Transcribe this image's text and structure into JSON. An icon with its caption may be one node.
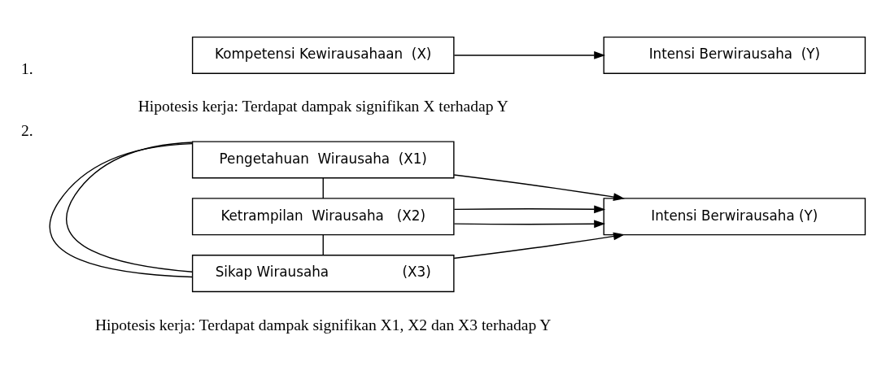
{
  "diagram": {
    "nodes": [
      {
        "text": [
          "Kompetensi Kewirausahaan  (X)"
        ]
      },
      {
        "text": [
          "Intensi Berwirausaha  (Y)"
        ]
      },
      {
        "text": [
          "Pengetahuan  Wirausaha  (X1)"
        ]
      },
      {
        "text": [
          "Ketrampilan  Wirausaha   (X2)"
        ]
      },
      {
        "text": [
          "Sikap Wirausaha                 (X3)"
        ]
      },
      {
        "text": [
          "Intensi Berwirausaha (Y)"
        ]
      }
    ],
    "edges": [
      {
        "from": 0,
        "to": 1,
        "arrow": "to"
      },
      {
        "from": 2,
        "to": 5,
        "arrow": "to"
      },
      {
        "from": 3,
        "to": 5,
        "arrow": "to"
      },
      {
        "from": 3,
        "to": 5,
        "arrow": "to"
      },
      {
        "from": 4,
        "to": 5,
        "arrow": "to"
      },
      {
        "from": 2,
        "to": 3,
        "arrow": "none"
      },
      {
        "from": 3,
        "to": 4,
        "arrow": "none"
      },
      {
        "from": 2,
        "to": 4,
        "arrow": "none"
      },
      {
        "from": 2,
        "to": 4,
        "arrow": "none"
      }
    ],
    "labels": [
      "1.",
      "Hipotesis kerja: Terdapat dampak signifikan X terhadap Y",
      "2.",
      "Hipotesis kerja: Terdapat dampak signifikan X1, X2 dan X3 terhadap Y"
    ]
  }
}
